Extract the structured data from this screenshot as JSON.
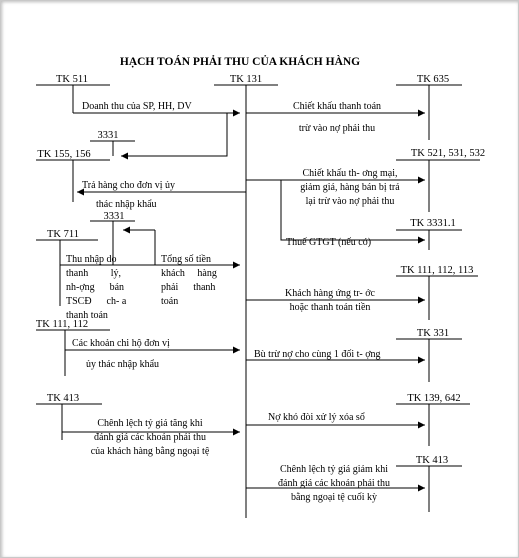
{
  "title": "HẠCH TOÁN PHẢI THU CỦA KHÁCH HÀNG",
  "accounts": {
    "tk511": "TK 511",
    "tk131": "TK 131",
    "tk635": "TK 635",
    "tk3331_top": "3331",
    "tk155_156": "TK 155, 156",
    "tk521_531_532": "TK 521, 531, 532",
    "tk3331_mid": "3331",
    "tk711": "TK 711",
    "tk3331_1": "TK 3331.1",
    "tk111_112_right": "TK 111, 112, 113",
    "tk111_112_left": "TK 111, 112",
    "tk331": "TK 331",
    "tk413_left": "TK 413",
    "tk139_642": "TK 139, 642",
    "tk413_right": "TK 413"
  },
  "labels": {
    "doanh_thu": "Doanh thu của SP, HH, DV",
    "chiet_khau_tt_1": "Chiết khấu thanh toán",
    "chiet_khau_tt_2": "trừ vào nợ phải thu",
    "tra_hang_1": "Trả hàng cho đơn vị ủy",
    "tra_hang_2": "thác nhập khẩu",
    "ck_tm_1": "Chiết khấu th- ơng mại,",
    "ck_tm_2": "giảm giá, hàng bán bị trả",
    "ck_tm_3": "lại trừ vào nợ phải thu",
    "thue_gtgt": "Thuế GTGT (nếu có)",
    "thu_nhap_1": "Thu nhập do",
    "thu_nhap_2": "thanh         lý,",
    "thu_nhap_3": "nh-ợng      bán",
    "thu_nhap_4": "TSCĐ      ch- a",
    "thu_nhap_5": "thanh toán",
    "tong_tien_1": "Tổng số tiền",
    "tong_tien_2": "khách     hàng",
    "tong_tien_3": "phải      thanh",
    "tong_tien_4": "toán",
    "ung_truoc_1": "Khách hàng ứng tr- ớc",
    "ung_truoc_2": "hoặc thanh toán tiền",
    "chi_ho_1": "Các khoản chi hộ đơn vị",
    "chi_ho_2": "ủy thác nhập khẩu",
    "bu_tru": "Bù trừ nợ cho cùng 1 đối t- ợng",
    "cl_tang_1": "Chênh lệch tỷ giá tăng khi",
    "cl_tang_2": "đánh giá các khoản phải thu",
    "cl_tang_3": "của khách hàng bằng ngoại tệ",
    "no_kho_doi": "Nợ khó đòi xử lý xóa sổ",
    "cl_giam_1": "Chênh lệch tỷ giá giảm khi",
    "cl_giam_2": "đánh giá các khoản phải thu",
    "cl_giam_3": "bằng ngoại tệ cuối kỳ"
  }
}
